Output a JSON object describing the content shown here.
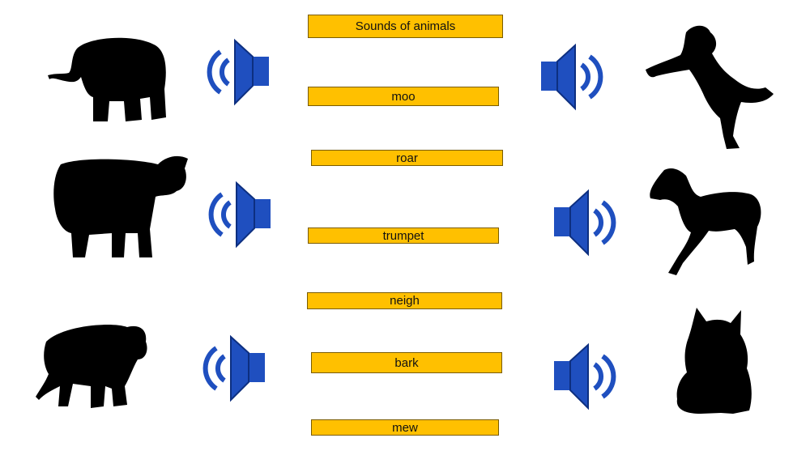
{
  "title": "Sounds of animals",
  "labels": [
    "moo",
    "roar",
    "trumpet",
    "neigh",
    "bark",
    "mew"
  ],
  "animals": {
    "left": [
      "elephant",
      "cow",
      "tiger"
    ],
    "right": [
      "dog",
      "horse",
      "cat"
    ]
  },
  "icons": {
    "speaker": "speaker-icon",
    "silhouette_color": "#000000"
  },
  "colors": {
    "label_fill": "#FFC000",
    "speaker_blue": "#1F4FBF"
  }
}
